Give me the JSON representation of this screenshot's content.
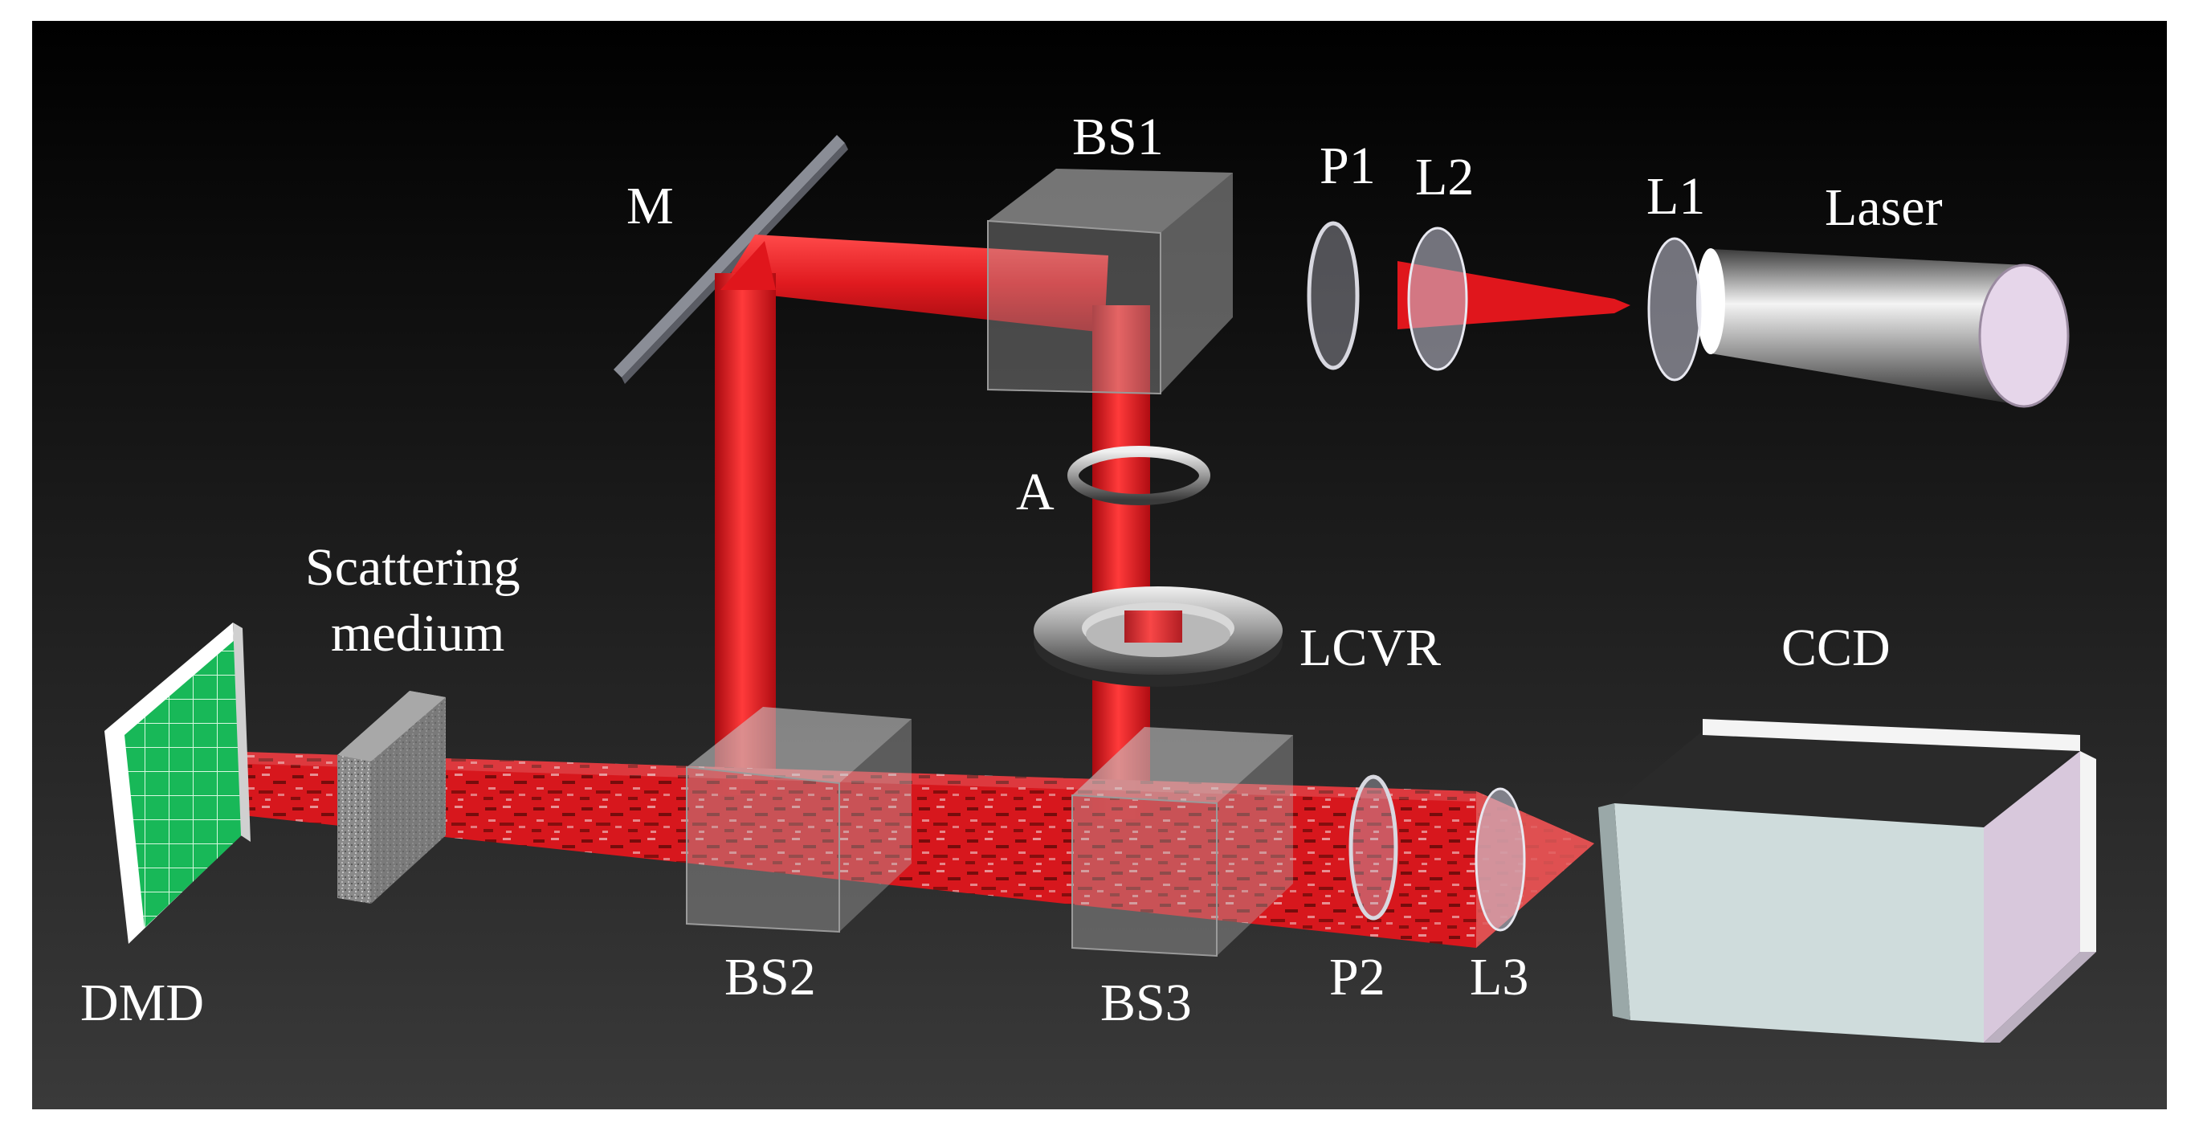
{
  "labels": {
    "mirror": "M",
    "bs1": "BS1",
    "p1": "P1",
    "l2": "L2",
    "l1": "L1",
    "laser": "Laser",
    "aperture": "A",
    "scattering_line1": "Scattering",
    "scattering_line2": "medium",
    "lcvr": "LCVR",
    "ccd": "CCD",
    "dmd": "DMD",
    "bs2": "BS2",
    "bs3": "BS3",
    "p2": "P2",
    "l3": "L3"
  },
  "colors": {
    "beam": "#e0161c",
    "background_top": "#000000",
    "background_bottom": "#3a3a3a",
    "dmd_grid": "#18b858",
    "ccd_body": "#cfdcdc",
    "ccd_side": "#d8c8dc",
    "laser_cap": "#e6d6ea",
    "label": "#ffffff"
  }
}
